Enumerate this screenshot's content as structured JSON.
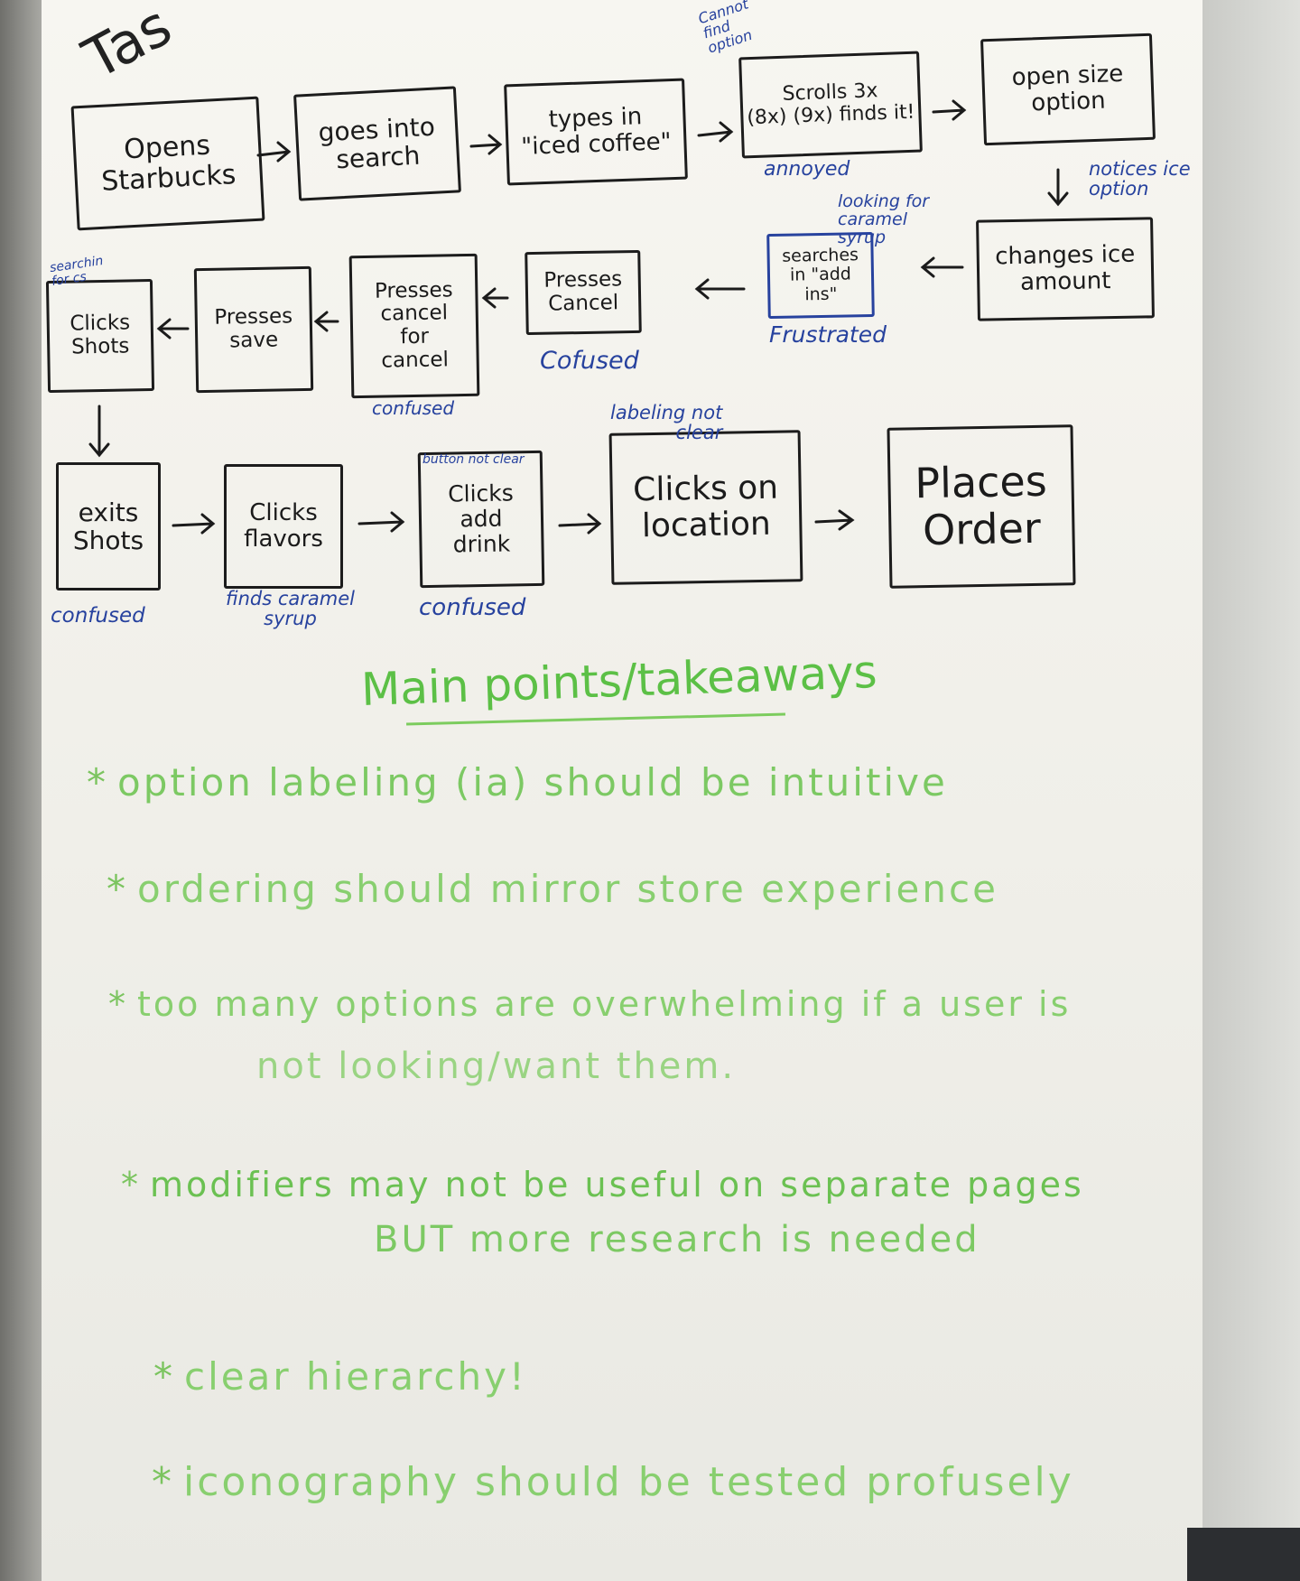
{
  "board": {
    "title": "Tas"
  },
  "steps": [
    {
      "id": "opens-starbucks",
      "label": "Opens\nStarbucks"
    },
    {
      "id": "goes-into-search",
      "label": "goes into\nsearch"
    },
    {
      "id": "types-iced-coffee",
      "label": "types in\n\"iced coffee\""
    },
    {
      "id": "scrolls-3x",
      "label": "Scrolls 3x\n(8x) (9x) finds it!"
    },
    {
      "id": "open-size-option",
      "label": "open size\noption"
    },
    {
      "id": "changes-ice-amount",
      "label": "changes ice\namount"
    },
    {
      "id": "searches-add-ins",
      "label": "searches\nin \"add\nins\""
    },
    {
      "id": "presses-cancel",
      "label": "Presses\nCancel"
    },
    {
      "id": "presses-cancel-for-cancel",
      "label": "Presses\ncancel\nfor\ncancel"
    },
    {
      "id": "presses-save",
      "label": "Presses\nsave"
    },
    {
      "id": "clicks-shots",
      "label": "Clicks\nShots"
    },
    {
      "id": "exits-shots",
      "label": "exits\nShots"
    },
    {
      "id": "clicks-flavors",
      "label": "Clicks\nflavors"
    },
    {
      "id": "clicks-add-drink",
      "label": "Clicks\nadd\ndrink"
    },
    {
      "id": "clicks-on-location",
      "label": "Clicks on\nlocation"
    },
    {
      "id": "places-order",
      "label": "Places\nOrder"
    }
  ],
  "notes": [
    {
      "id": "cannot-find-option",
      "text": "Cannot\nfind\noption"
    },
    {
      "id": "annoyed",
      "text": "annoyed"
    },
    {
      "id": "notices-ice-option",
      "text": "notices ice\noption"
    },
    {
      "id": "looking-for-caramel",
      "text": "looking for\ncaramel\nsyrup"
    },
    {
      "id": "frustrated",
      "text": "Frustrated"
    },
    {
      "id": "cofused",
      "text": "Cofused"
    },
    {
      "id": "confused-cancel",
      "text": "confused"
    },
    {
      "id": "searching-for-cs",
      "text": "searchin\nfor cs"
    },
    {
      "id": "confused-shots",
      "text": "confused"
    },
    {
      "id": "finds-caramel-syrup",
      "text": "finds caramel\nsyrup"
    },
    {
      "id": "button-not-clear",
      "text": "button not clear"
    },
    {
      "id": "confused-add",
      "text": "confused"
    },
    {
      "id": "labeling-not-clear",
      "text": "labeling not\nclear"
    }
  ],
  "takeaways": {
    "heading": "Main points/takeaways",
    "items": [
      {
        "text": "option labeling (ia) should be intuitive",
        "cont": ""
      },
      {
        "text": "ordering should mirror store experience",
        "cont": ""
      },
      {
        "text": "too many options are overwhelming if a user is",
        "cont": "not looking/want them."
      },
      {
        "text": "modifiers may not be useful on separate pages",
        "cont": "BUT more research is needed"
      },
      {
        "text": "clear hierarchy!",
        "cont": ""
      },
      {
        "text": "iconography should be tested profusely",
        "cont": ""
      }
    ]
  },
  "colors": {
    "marker_black": "#1b1b1b",
    "marker_blue": "#27429e",
    "marker_green": "#7cc963",
    "board": "#f3f2ec"
  }
}
